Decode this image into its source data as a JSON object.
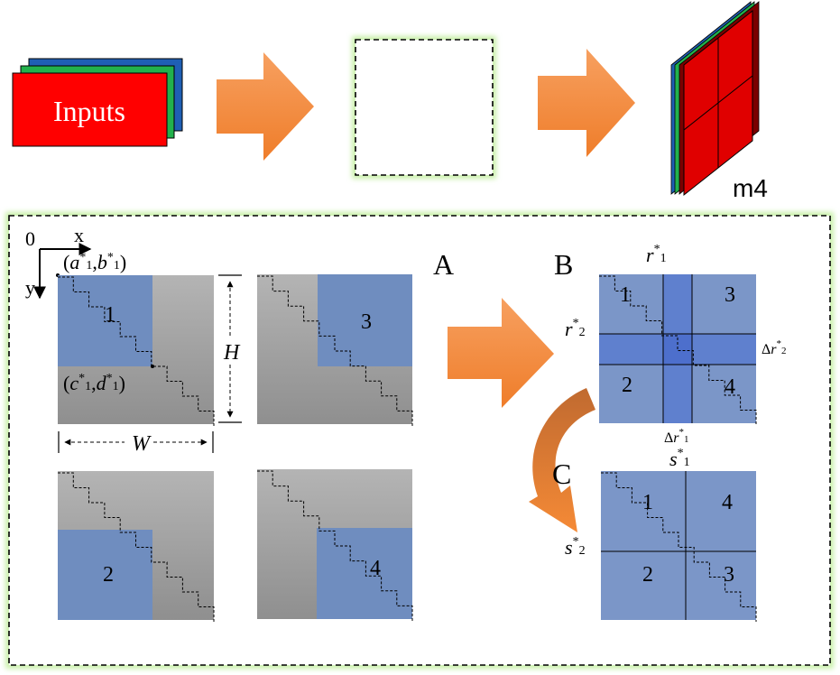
{
  "colors": {
    "arrow": "#f28a3a",
    "arrow_shadow": "#e06a1a",
    "glow": "#c8f0a8",
    "tile_gray": "#a9a9a9",
    "tile_blue": "#6f8dbf",
    "merge_blue": "#7b96c8",
    "cross_blue": "#5b7ccf",
    "card_red": "#ff0000",
    "card_green": "#22b14c",
    "card_blue": "#1f5fb4",
    "cube_red": "#e00000"
  },
  "pipeline": {
    "inputs_label": "Inputs",
    "output_label": "m4"
  },
  "axes": {
    "origin": "0",
    "x": "x",
    "y": "y"
  },
  "points": {
    "p1": {
      "open": "(",
      "a": "a",
      "mid": ",",
      "b": "b",
      "close": ")",
      "star": "*",
      "sub": "1"
    },
    "p2": {
      "open": "(",
      "a": "c",
      "mid": ",",
      "b": "d",
      "close": ")",
      "star": "*",
      "sub": "1"
    }
  },
  "dims": {
    "height": "H",
    "width": "W"
  },
  "tiles": [
    "1",
    "3",
    "2",
    "4"
  ],
  "step_labels": {
    "a": "A",
    "b": "B",
    "c": "C"
  },
  "merge_b": {
    "top": {
      "base": "r",
      "star": "*",
      "sub": "1"
    },
    "left": {
      "base": "r",
      "star": "*",
      "sub": "2"
    },
    "right": {
      "delta": "Δ",
      "base": "r",
      "star": "*",
      "sub": "2"
    },
    "bottom": {
      "delta": "Δ",
      "base": "r",
      "star": "*",
      "sub": "1"
    },
    "quadrants": [
      "1",
      "3",
      "2",
      "4"
    ]
  },
  "merge_c": {
    "top": {
      "base": "s",
      "star": "*",
      "sub": "1"
    },
    "left": {
      "base": "s",
      "star": "*",
      "sub": "2"
    },
    "quadrants": [
      "1",
      "4",
      "2",
      "3"
    ]
  }
}
